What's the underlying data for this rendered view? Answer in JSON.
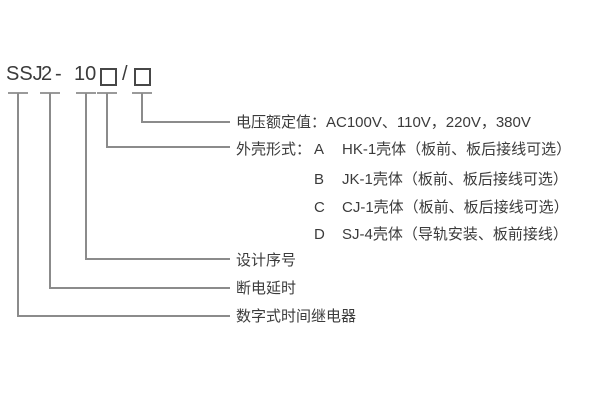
{
  "figure": {
    "title_semantic": "SSJ relay model designation diagram",
    "model_code": {
      "family": "SSJ",
      "variant": "2",
      "separator": "-",
      "design_number": "10",
      "shell_placeholder": "□",
      "slash": "/",
      "voltage_placeholder": "□"
    },
    "callouts": {
      "voltage": "电压额定值：AC100V、110V，220V，380V",
      "shell": {
        "prefix": "外壳形式：",
        "options": [
          {
            "code": "A",
            "desc": "HK-1壳体（板前、板后接线可选）"
          },
          {
            "code": "B",
            "desc": "JK-1壳体（板前、板后接线可选）"
          },
          {
            "code": "C",
            "desc": "CJ-1壳体（板前、板后接线可选）"
          },
          {
            "code": "D",
            "desc": "SJ-4壳体（导轨安装、板前接线）"
          }
        ]
      },
      "design_serial": "设计序号",
      "power_off_delay": "断电延时",
      "product_type": "数字式时间继电器"
    },
    "colors": {
      "text": "#3b3b3b",
      "line": "#8b8b8b",
      "background": "#ffffff"
    }
  }
}
